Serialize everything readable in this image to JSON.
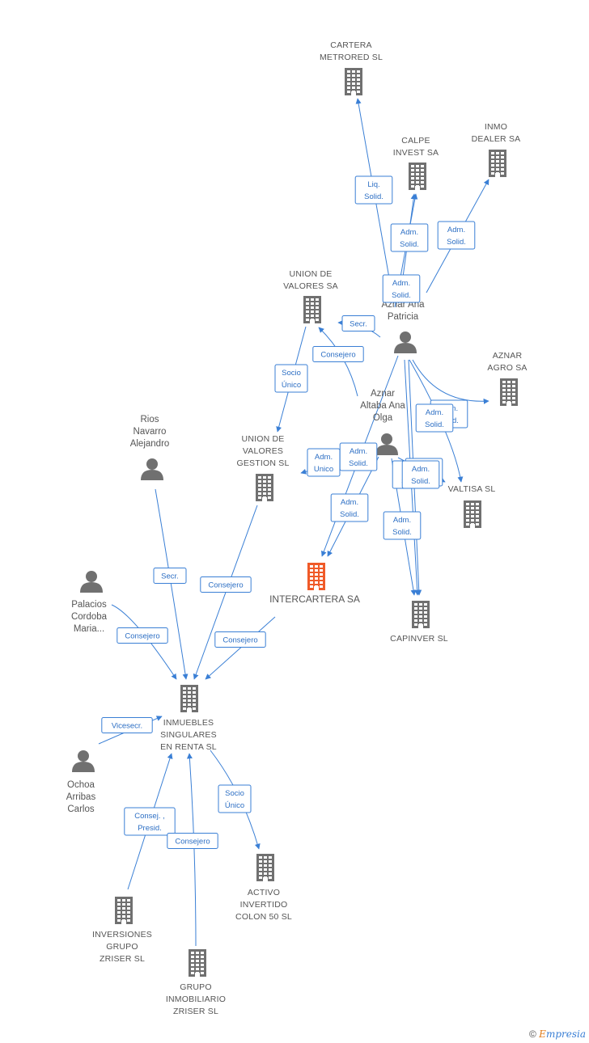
{
  "colors": {
    "edge": "#3a7fd5",
    "building": "#707070",
    "main_building": "#f05a28",
    "person": "#707070"
  },
  "nodes": {
    "cartera": {
      "kind": "building",
      "lines": [
        "CARTERA",
        "METRORED SL"
      ]
    },
    "calpe": {
      "kind": "building",
      "lines": [
        "CALPE",
        "INVEST SA"
      ]
    },
    "inmo": {
      "kind": "building",
      "lines": [
        "INMO",
        "DEALER SA"
      ]
    },
    "union_valores": {
      "kind": "building",
      "lines": [
        "UNION DE",
        "VALORES SA"
      ]
    },
    "aznar_patricia": {
      "kind": "person",
      "lines": [
        "Aznar Ana",
        "Patricia"
      ]
    },
    "aznar_agro": {
      "kind": "building",
      "lines": [
        "AZNAR",
        "AGRO SA"
      ]
    },
    "aznar_olga": {
      "kind": "person",
      "lines": [
        "Aznar",
        "Altaba Ana",
        "Olga"
      ]
    },
    "rios": {
      "kind": "person",
      "lines": [
        "Rios",
        "Navarro",
        "Alejandro"
      ]
    },
    "union_gestion": {
      "kind": "building",
      "lines": [
        "UNION DE",
        "VALORES",
        "GESTION SL"
      ]
    },
    "valtisa": {
      "kind": "building",
      "lines": [
        "VALTISA SL"
      ]
    },
    "intercartera": {
      "kind": "main",
      "lines": [
        "INTERCARTERA SA"
      ]
    },
    "capinver": {
      "kind": "building",
      "lines": [
        "CAPINVER SL"
      ]
    },
    "palacios": {
      "kind": "person",
      "lines": [
        "Palacios",
        "Cordoba",
        "Maria..."
      ]
    },
    "inmuebles": {
      "kind": "building",
      "lines": [
        "INMUEBLES",
        "SINGULARES",
        "EN RENTA SL"
      ]
    },
    "ochoa": {
      "kind": "person",
      "lines": [
        "Ochoa",
        "Arribas",
        "Carlos"
      ]
    },
    "activo": {
      "kind": "building",
      "lines": [
        "ACTIVO",
        "INVERTIDO",
        "COLON 50 SL"
      ]
    },
    "inversiones": {
      "kind": "building",
      "lines": [
        "INVERSIONES",
        "GRUPO",
        "ZRISER SL"
      ]
    },
    "grupo": {
      "kind": "building",
      "lines": [
        "GRUPO",
        "INMOBILIARIO",
        "ZRISER SL"
      ]
    }
  },
  "edges": [
    {
      "label": [
        "Liq.",
        "Solid."
      ]
    },
    {
      "label": [
        "Adm.",
        "Solid."
      ]
    },
    {
      "label": [
        "Adm.",
        "Solid."
      ]
    },
    {
      "label": [
        "Adm.",
        "Solid."
      ]
    },
    {
      "label": [
        "Secr."
      ]
    },
    {
      "label": [
        "Consejero"
      ]
    },
    {
      "label": [
        "Socio",
        "Único"
      ]
    },
    {
      "label": [
        "Adm.",
        "Solid."
      ]
    },
    {
      "label": [
        "Adm.",
        "Solid."
      ]
    },
    {
      "label": [
        "Adm.",
        "Unico"
      ]
    },
    {
      "label": [
        "Adm.",
        "Solid."
      ]
    },
    {
      "label": [
        "Adm.",
        "Solid."
      ]
    },
    {
      "label": [
        "Adm.",
        "Solid."
      ]
    },
    {
      "label": [
        "Adm.",
        "Solid."
      ]
    },
    {
      "label": [
        "Adm.",
        "Solid."
      ]
    },
    {
      "label": [
        "Adm.",
        "Solid."
      ]
    },
    {
      "label": [
        "Secr."
      ]
    },
    {
      "label": [
        "Consejero"
      ]
    },
    {
      "label": [
        "Consejero"
      ]
    },
    {
      "label": [
        "Consejero"
      ]
    },
    {
      "label": [
        "Vicesecr."
      ]
    },
    {
      "label": [
        "Socio",
        "Único"
      ]
    },
    {
      "label": [
        "Consej. ,",
        "Presid."
      ]
    },
    {
      "label": [
        "Consejero"
      ]
    }
  ],
  "footer": {
    "copyright": "©",
    "brand_initial": "E",
    "brand_rest": "mpresia"
  }
}
